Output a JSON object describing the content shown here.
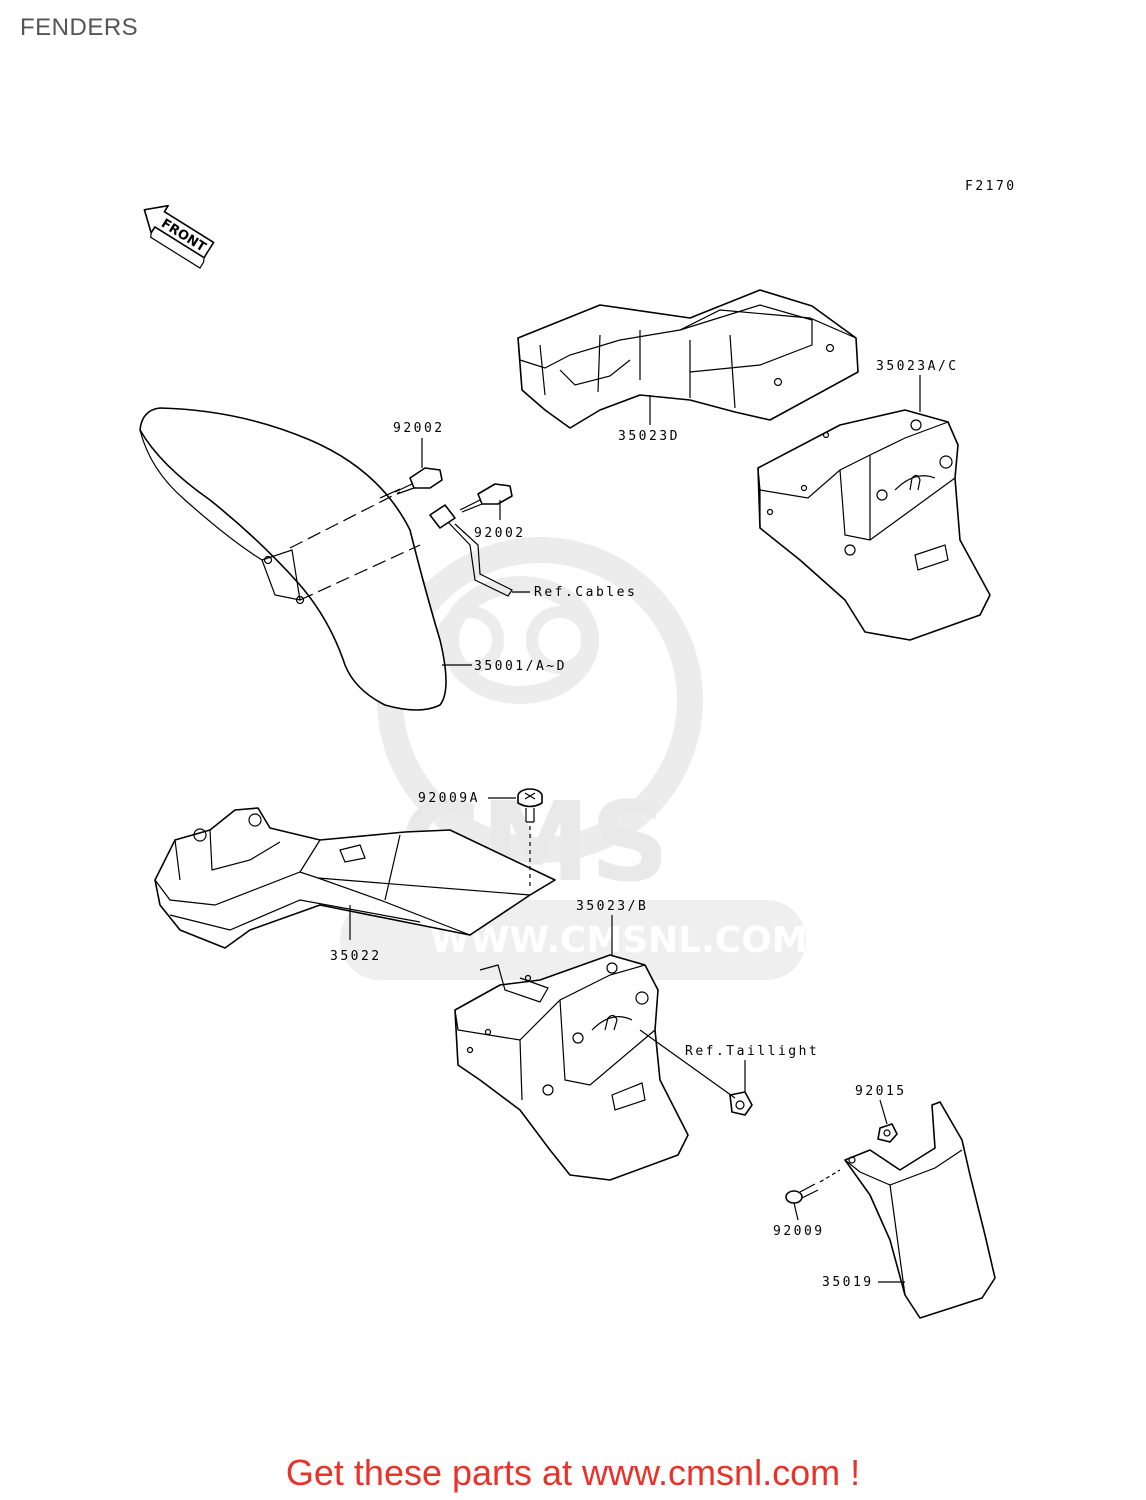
{
  "title": "FENDERS",
  "figure_code": "F2170",
  "front_arrow_label": "FRONT",
  "watermark": {
    "logo_text": "CMS",
    "site_text": "WWW.CMSNL.COM"
  },
  "labels": {
    "p92002_top": "92002",
    "p92002_bottom": "92002",
    "ref_cables": "Ref.Cables",
    "p35001": "35001/A~D",
    "p35023d": "35023D",
    "p35023ac": "35023A/C",
    "p92009a": "92009A",
    "p35022": "35022",
    "p35023b": "35023/B",
    "ref_taillight": "Ref.Taillight",
    "p92015": "92015",
    "p92009": "92009",
    "p35019": "35019"
  },
  "footer_text": "Get these parts at www.cmsnl.com !",
  "colors": {
    "footer": "#e8322a",
    "watermark": "#e9e9e9",
    "title": "#555555"
  }
}
